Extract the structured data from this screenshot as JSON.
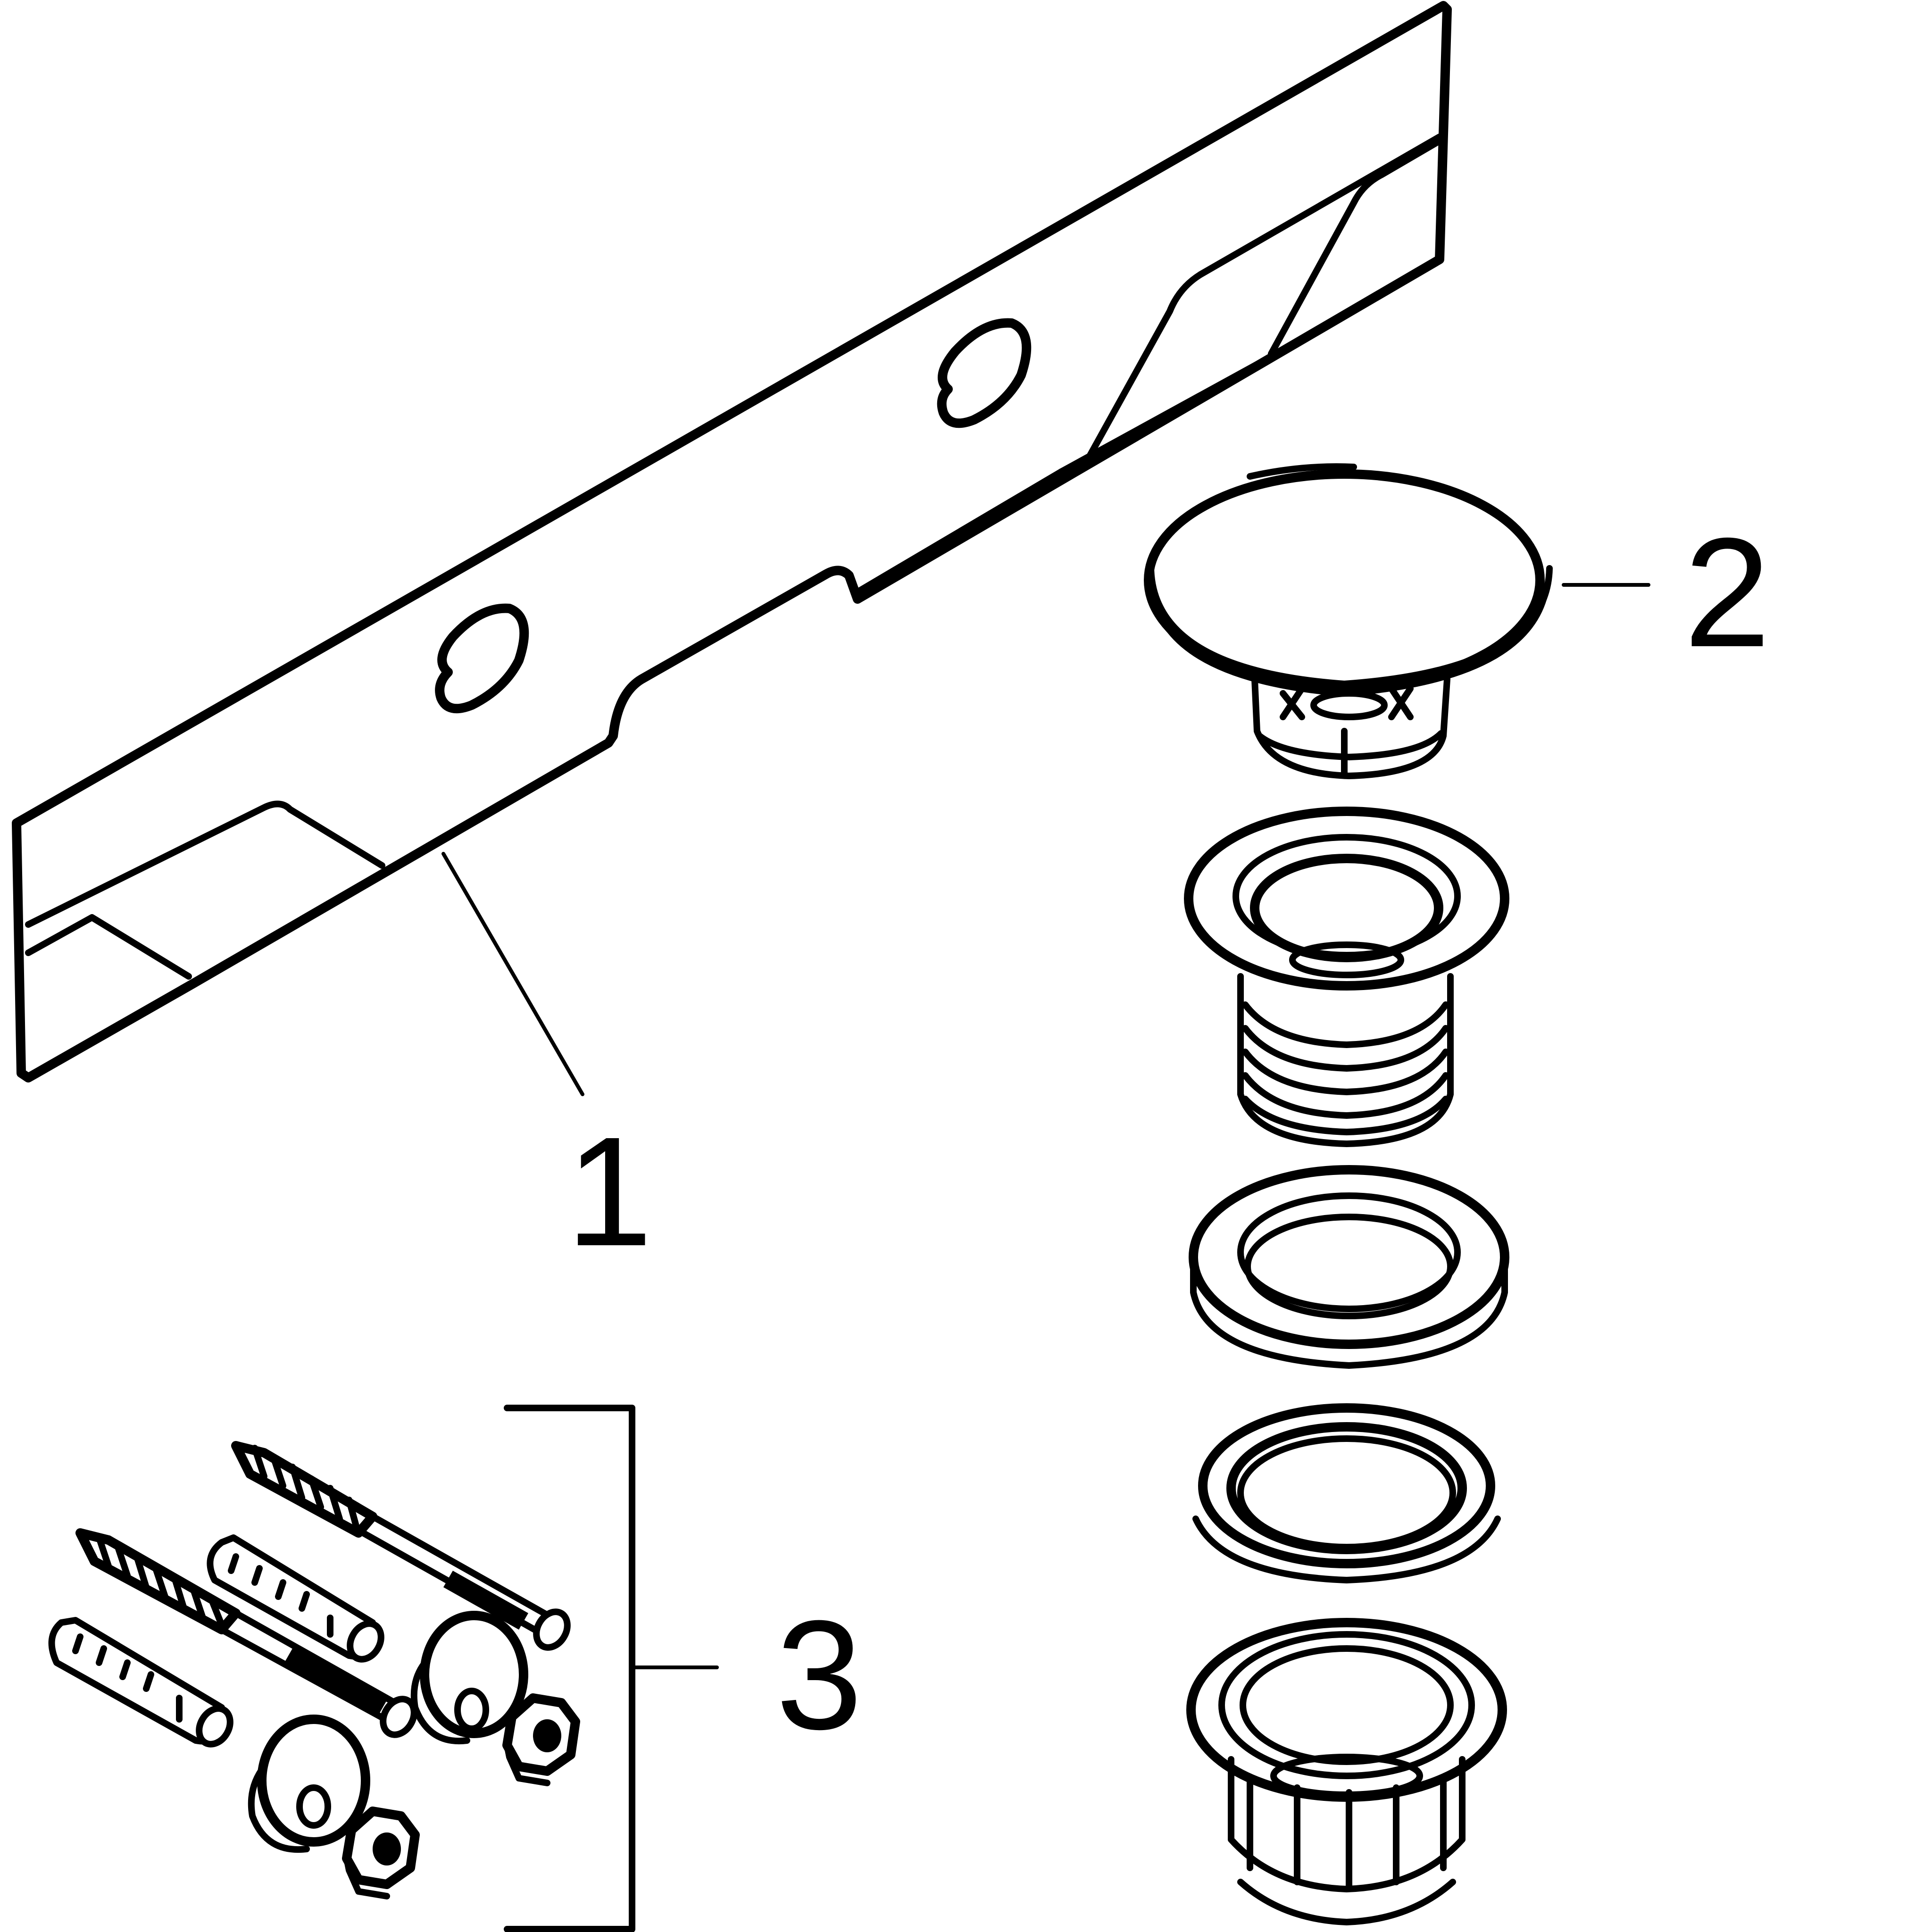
{
  "callouts": {
    "item_1": "1",
    "item_2": "2",
    "item_3": "3"
  },
  "parts": [
    {
      "callout": "1",
      "icon": "mounting-bracket-icon"
    },
    {
      "callout": "2",
      "icon": "drain-plug-assembly-icon"
    },
    {
      "callout": "3",
      "icon": "screw-and-anchor-kit-icon"
    }
  ]
}
